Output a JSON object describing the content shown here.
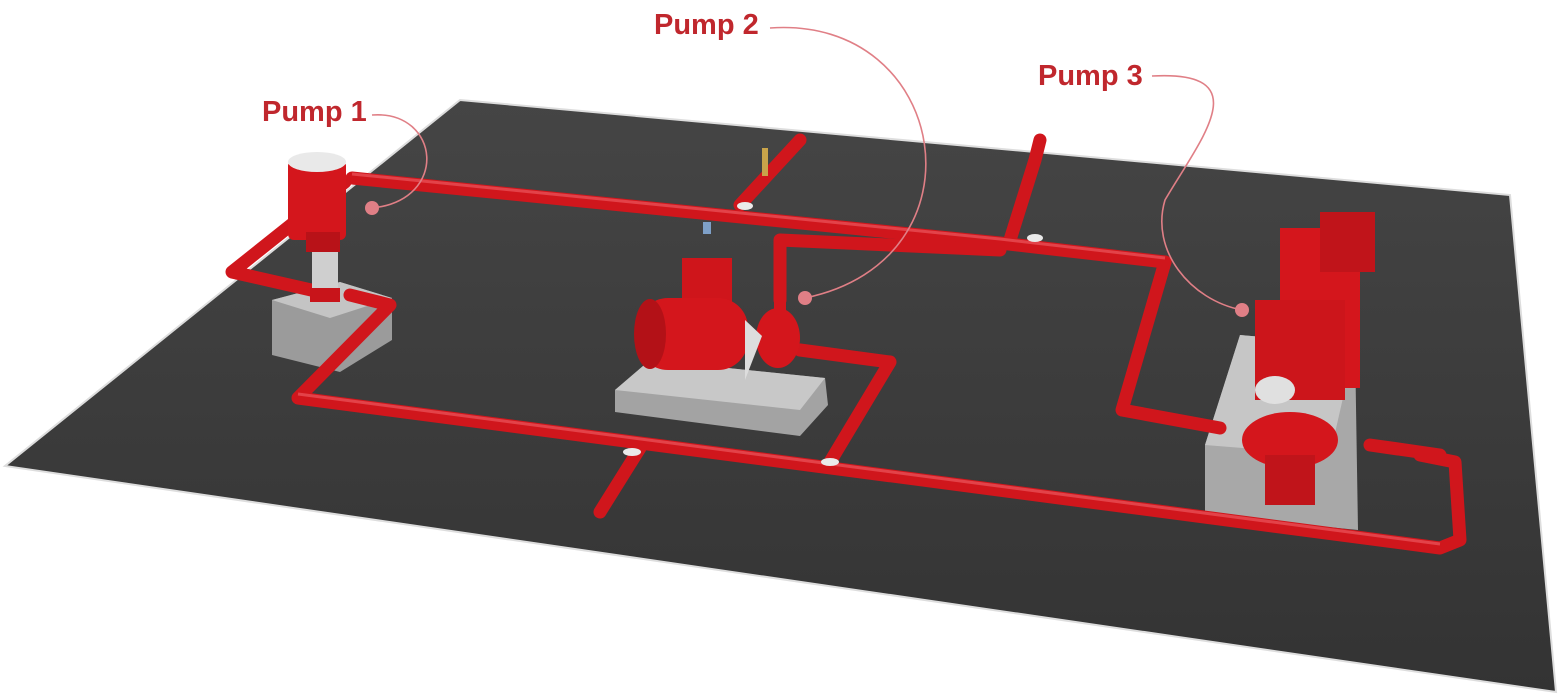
{
  "labels": {
    "pump1": "Pump 1",
    "pump2": "Pump 2",
    "pump3": "Pump 3"
  },
  "colors": {
    "label": "#c0272d",
    "leader": "#e07f86",
    "pipe": "#d0161c",
    "floor": "#3a3a3a",
    "base": "#a9a9a9"
  }
}
